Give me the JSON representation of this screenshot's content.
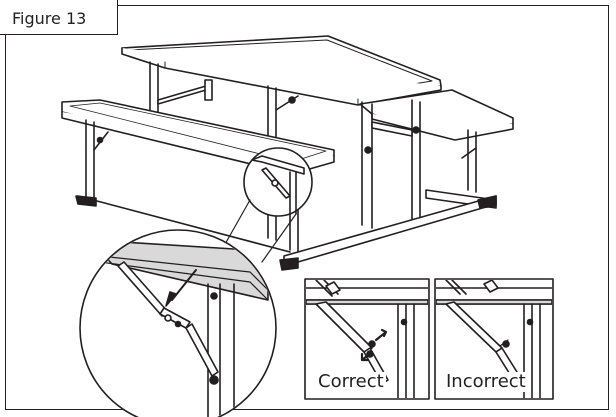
{
  "figure": {
    "label": "Figure 13"
  },
  "insets": {
    "correct_label": "Correct",
    "incorrect_label": "Incorrect"
  },
  "colors": {
    "line": "#231f20",
    "shade": "#d9d9d9",
    "background": "#ffffff"
  }
}
